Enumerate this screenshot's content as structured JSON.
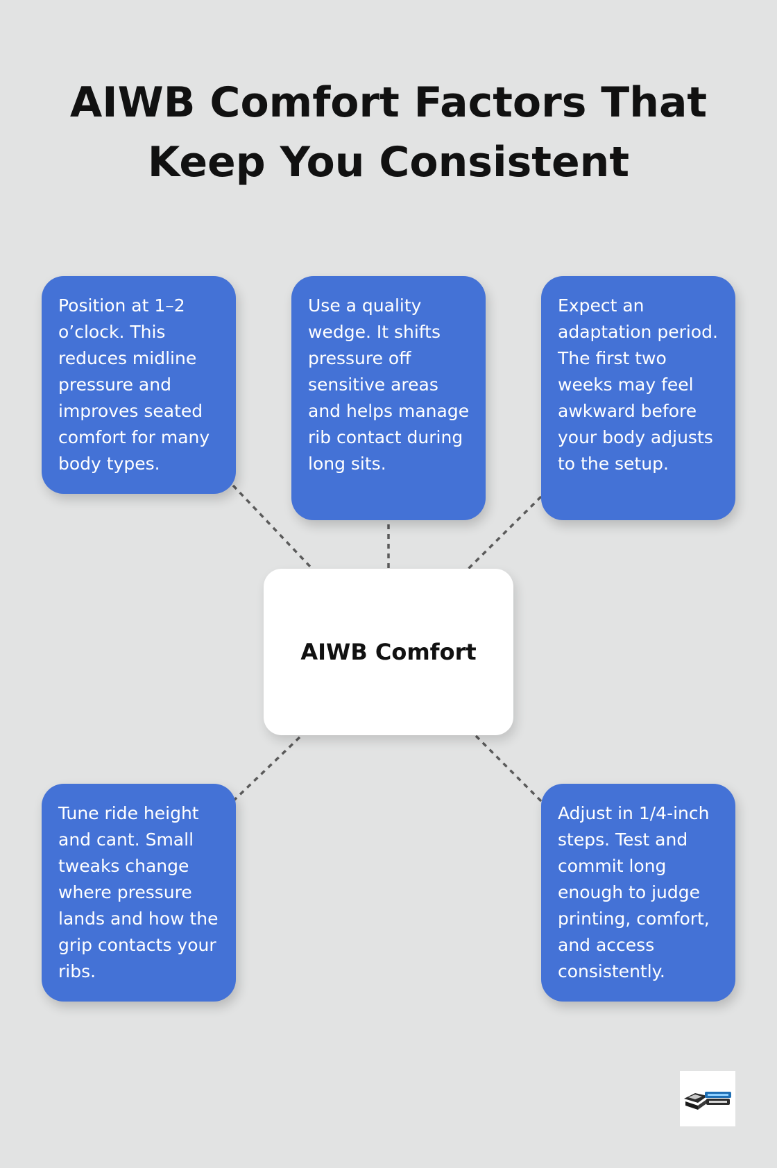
{
  "title": "AIWB Comfort Factors That Keep You Consistent",
  "center": {
    "label": "AIWB Comfort"
  },
  "factors": [
    {
      "text": "Position at 1–2 o’clock. This reduces midline pressure and improves seated comfort for many body types."
    },
    {
      "text": "Use a quality wedge. It shifts pressure off sensitive areas and helps manage rib contact during long sits."
    },
    {
      "text": "Expect an adaptation period. The first two weeks may feel awkward before your body adjusts to the setup."
    },
    {
      "text": "Tune ride height and cant. Small tweaks change where pressure lands and how the grip contacts your ribs."
    },
    {
      "text": "Adjust in 1/4-inch steps. Test and commit long enough to judge printing, comfort, and access consistently."
    }
  ],
  "colors": {
    "background": "#e2e3e3",
    "card": "#4472d6",
    "center_node": "#ffffff",
    "connector": "#5a5a5a"
  },
  "logo": {
    "icon": "pillow-brand-logo"
  }
}
